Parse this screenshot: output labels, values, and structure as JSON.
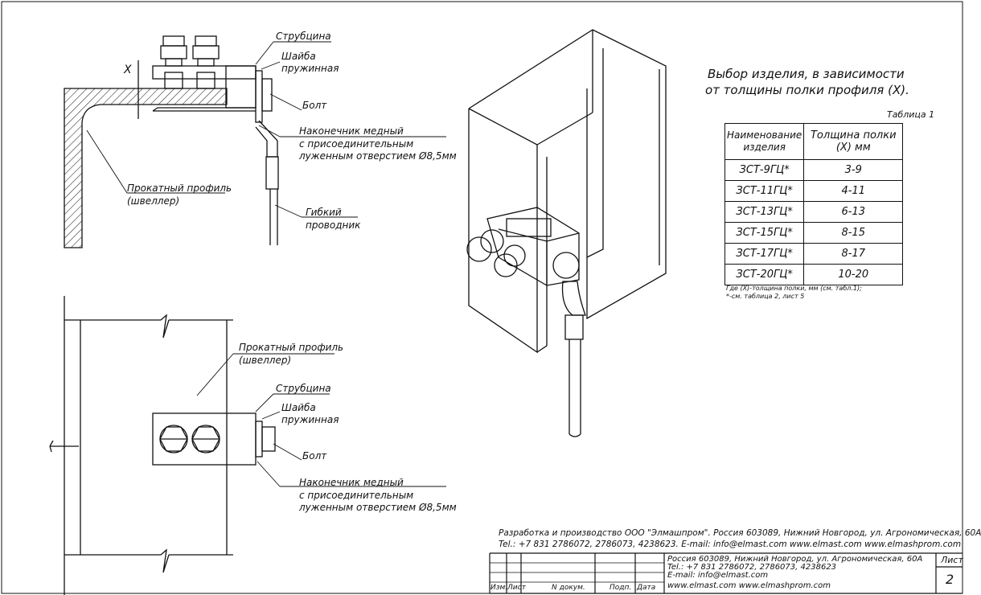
{
  "labels": {
    "top_strubcina": "Струбцина",
    "top_shaiba_1": "Шайба",
    "top_shaiba_2": "пружинная",
    "top_bolt": "Болт",
    "top_nakon_1": "Наконечник медный",
    "top_nakon_2": "с присоединительным",
    "top_nakon_3": "луженным отверстием Ø8,5мм",
    "top_profile_1": "Прокатный профиль",
    "top_profile_2": "(швеллер)",
    "top_flex_1": "Гибкий",
    "top_flex_2": "проводник",
    "x_mark": "X",
    "bot_profile_1": "Прокатный профиль",
    "bot_profile_2": "(швеллер)",
    "bot_strubcina": "Струбцина",
    "bot_shaiba_1": "Шайба",
    "bot_shaiba_2": "пружинная",
    "bot_bolt": "Болт",
    "bot_nakon_1": "Наконечник медный",
    "bot_nakon_2": "с присоединительным",
    "bot_nakon_3": "луженным отверстием Ø8,5мм"
  },
  "selection": {
    "heading_1": "Выбор изделия, в зависимости",
    "heading_2": "от толщины полки профиля (X).",
    "table_caption": "Таблица 1",
    "col_name_1": "Наименование",
    "col_name_2": "изделия",
    "col_thick_1": "Толщина полки",
    "col_thick_2": "(X) мм",
    "rows": [
      {
        "name": "ЗСТ-9ГЦ*",
        "range": "3-9"
      },
      {
        "name": "ЗСТ-11ГЦ*",
        "range": "4-11"
      },
      {
        "name": "ЗСТ-13ГЦ*",
        "range": "6-13"
      },
      {
        "name": "ЗСТ-15ГЦ*",
        "range": "8-15"
      },
      {
        "name": "ЗСТ-17ГЦ*",
        "range": "8-17"
      },
      {
        "name": "ЗСТ-20ГЦ*",
        "range": "10-20"
      }
    ],
    "note_1": "Где (X)-толщина полки, мм (см. табл.1);",
    "note_2": "*-см. таблица 2, лист 5"
  },
  "footer": {
    "line_1": "Разработка и производство ООО \"Элмашпром\". Россия 603089, Нижний Новгород, ул. Агрономическая, 60А",
    "line_2": "Tel.: +7 831 2786072, 2786073, 4238623. E-mail: info@elmast.com www.elmast.com www.elmashprom.com"
  },
  "title_block": {
    "info_1": "Россия 603089, Нижний Новгород, ул. Агрономическая, 60А",
    "info_2": "Tel.: +7 831 2786072, 2786073, 4238623",
    "info_3": "E-mail: info@elmast.com",
    "info_4": "www.elmast.com www.elmashprom.com",
    "col_izm": "Изм.",
    "col_list": "Лист",
    "col_ndoc": "N докум.",
    "col_podp": "Подп.",
    "col_data": "Дата",
    "sheet_label": "Лист",
    "sheet_number": "2"
  }
}
